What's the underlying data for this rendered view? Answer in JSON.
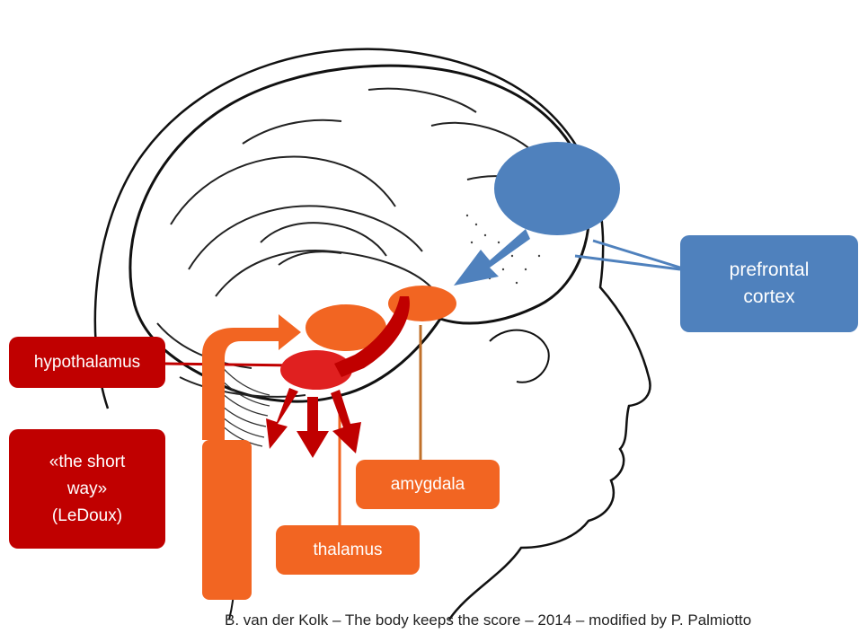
{
  "labels": {
    "prefrontal_line1": "prefrontal",
    "prefrontal_line2": "cortex",
    "hypothalamus": "hypothalamus",
    "short_way_line1": "«the short",
    "short_way_line2": "way»",
    "short_way_line3": "(LeDoux)",
    "amygdala": "amygdala",
    "thalamus": "thalamus"
  },
  "caption": "B. van der Kolk – The body keeps the score – 2014 – modified by P. Palmiotto",
  "colors": {
    "prefrontal": "#4f81bd",
    "red": "#c00000",
    "orange": "#f26522",
    "line": "#111111"
  }
}
